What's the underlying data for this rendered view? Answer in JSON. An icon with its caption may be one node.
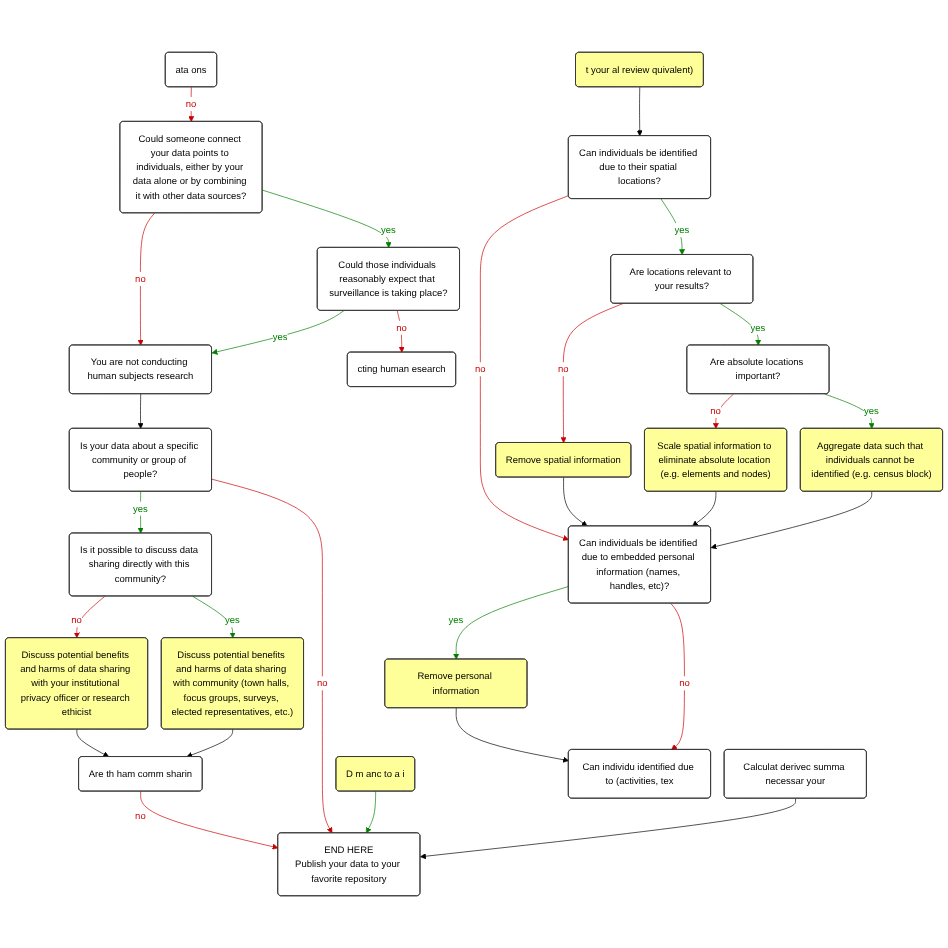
{
  "diagram": {
    "nodes": [
      {
        "text": [
          "Is it possible to discuss data sharing directly with this community?"
        ]
      },
      {
        "text": [
          "Discuss potential benefits and harms of data sharing with your institutional privacy officer or research ethicist"
        ]
      },
      {
        "text": [
          "Discuss potential benefits and harms of data sharing with community (town halls, focus groups, surveys, elected representatives, etc.)"
        ]
      },
      {
        "text": [
          "Are th ham comm sharin"
        ]
      },
      {
        "text": [
          "Is your data about a specific community or group of people?"
        ]
      },
      {
        "text": [
          "ata ons"
        ]
      },
      {
        "text": [
          "Could someone connect your data points to individuals, either by your data alone or by combining it with other data sources?"
        ]
      },
      {
        "text": [
          "You are not conducting human subjects research"
        ]
      },
      {
        "text": [
          "END HERE",
          "Publish your data to your favorite repository"
        ]
      },
      {
        "text": [
          "D m anc to a i"
        ]
      },
      {
        "text": [
          "cting human esearch"
        ]
      },
      {
        "text": [
          "Could those individuals reasonably expect that surveillance is taking place?"
        ]
      },
      {
        "text": [
          "Are locations relevant to your results?"
        ]
      },
      {
        "text": [
          "Are absolute locations important?"
        ]
      },
      {
        "text": [
          "Calculat derivec summa necessar your"
        ]
      },
      {
        "text": [
          "t your al review quivalent)"
        ]
      },
      {
        "text": [
          "Can individuals be identified due to their spatial locations?"
        ]
      },
      {
        "text": [
          "Remove spatial information"
        ]
      },
      {
        "text": [
          "Scale spatial information to eliminate absolute location (e.g. elements and nodes)"
        ]
      },
      {
        "text": [
          "Aggregate data such that individuals cannot be identified (e.g. census block)"
        ]
      },
      {
        "text": [
          "Can individuals be identified due to embedded personal information (names, handles, etc)?"
        ]
      },
      {
        "text": [
          "Remove personal information"
        ]
      },
      {
        "text": [
          "Can individu identified due to (activities, tex"
        ]
      }
    ],
    "edges": [
      {
        "from": 0,
        "to": 1,
        "arrow": "to",
        "label": "no"
      },
      {
        "from": 0,
        "to": 2,
        "arrow": "to",
        "label": "yes",
        "color": "#008000"
      },
      {
        "from": 1,
        "to": 3,
        "arrow": "to",
        "color": "#000000"
      },
      {
        "from": 2,
        "to": 3,
        "arrow": "to",
        "color": "#000000"
      },
      {
        "from": 3,
        "to": 8,
        "arrow": "to",
        "label": "no"
      },
      {
        "from": 4,
        "to": 0,
        "arrow": "to",
        "label": "yes",
        "color": "#008000"
      },
      {
        "from": 4,
        "to": 8,
        "arrow": "to",
        "label": "no"
      },
      {
        "from": 7,
        "to": 4,
        "arrow": "to",
        "color": "#000000"
      },
      {
        "from": 5,
        "to": 6,
        "arrow": "to",
        "label": "no"
      },
      {
        "from": 6,
        "to": 7,
        "arrow": "to",
        "label": "no"
      },
      {
        "from": 6,
        "to": 11,
        "arrow": "to",
        "label": "yes",
        "color": "#008000"
      },
      {
        "from": 9,
        "to": 8,
        "arrow": "to",
        "color": "#008000"
      },
      {
        "from": 11,
        "to": 10,
        "arrow": "to",
        "label": "no"
      },
      {
        "from": 11,
        "to": 7,
        "arrow": "to",
        "label": "yes",
        "color": "#008000"
      },
      {
        "from": 16,
        "to": 12,
        "arrow": "to",
        "label": "yes",
        "color": "#008000"
      },
      {
        "from": 12,
        "to": 13,
        "arrow": "to",
        "label": "yes",
        "color": "#008000"
      },
      {
        "from": 12,
        "to": 17,
        "arrow": "to",
        "label": "no"
      },
      {
        "from": 14,
        "to": 8,
        "arrow": "to",
        "color": "#000000"
      },
      {
        "from": 15,
        "to": 16,
        "arrow": "to",
        "color": "#000000"
      },
      {
        "from": 16,
        "to": 20,
        "arrow": "to",
        "label": "no"
      },
      {
        "from": 13,
        "to": 18,
        "arrow": "to",
        "label": "no"
      },
      {
        "from": 13,
        "to": 19,
        "arrow": "to",
        "label": "yes",
        "color": "#008000"
      },
      {
        "from": 17,
        "to": 20,
        "arrow": "to",
        "color": "#000000"
      },
      {
        "from": 18,
        "to": 20,
        "arrow": "to",
        "color": "#000000"
      },
      {
        "from": 19,
        "to": 20,
        "arrow": "to",
        "color": "#000000"
      },
      {
        "from": 20,
        "to": 21,
        "arrow": "to",
        "label": "yes",
        "color": "#008000"
      },
      {
        "from": 21,
        "to": 22,
        "arrow": "to",
        "color": "#000000"
      },
      {
        "from": 20,
        "to": 22,
        "arrow": "to",
        "label": "no"
      }
    ]
  }
}
